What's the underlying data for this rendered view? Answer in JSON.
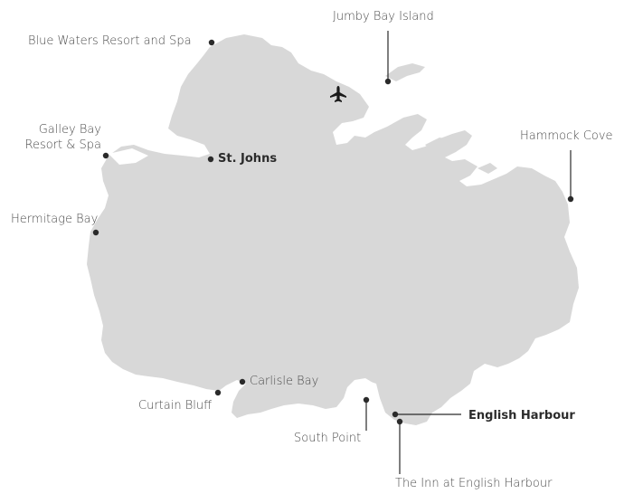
{
  "colors": {
    "land": "#d8d8d8",
    "water": "#ffffff",
    "marker": "#2a2a2a",
    "text": "#4a4a4a"
  },
  "airport": {
    "icon": "airplane-icon"
  },
  "locations": {
    "jumby_bay": "Jumby Bay Island",
    "blue_waters": "Blue Waters Resort and Spa",
    "galley_bay_line1": "Galley Bay",
    "galley_bay_line2": "Resort & Spa",
    "st_johns": "St. Johns",
    "hammock_cove": "Hammock Cove",
    "hermitage_bay": "Hermitage Bay",
    "carlisle_bay": "Carlisle Bay",
    "curtain_bluff": "Curtain Bluff",
    "south_point": "South Point",
    "english_harbour": "English Harbour",
    "inn_english_harbour": "The Inn at English Harbour"
  }
}
